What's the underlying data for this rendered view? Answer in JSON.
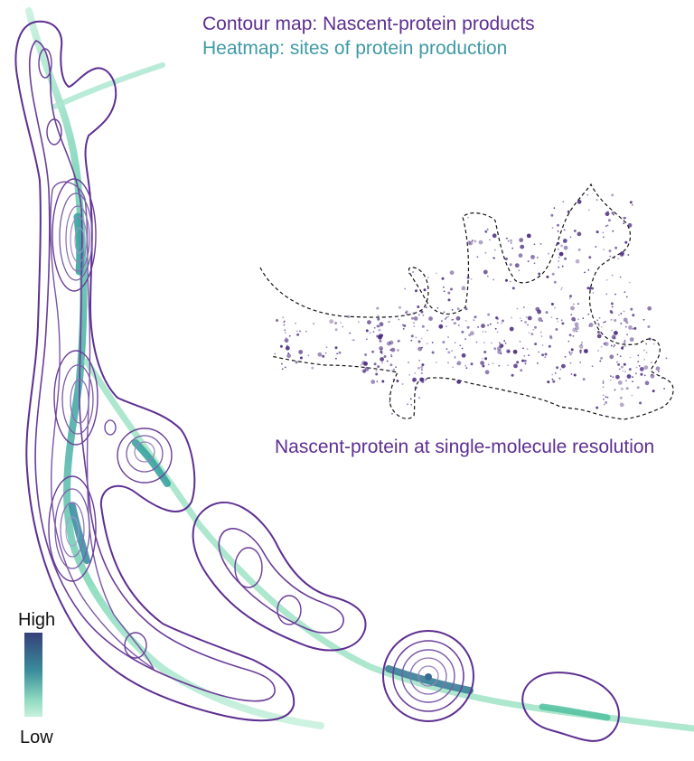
{
  "labels": {
    "contour": "Contour map: Nascent-protein products",
    "heatmap": "Heatmap: sites of protein production",
    "single_molecule": "Nascent-protein at single-molecule resolution"
  },
  "colorbar": {
    "high": "High",
    "low": "Low"
  },
  "colors": {
    "contour": "#5d2f91",
    "heatmap_label": "#3f9aa6",
    "scale_high": "#35407a",
    "scale_mid": "#3a8c9a",
    "scale_low": "#c8f0dc",
    "dots": "#4b2b7f"
  }
}
